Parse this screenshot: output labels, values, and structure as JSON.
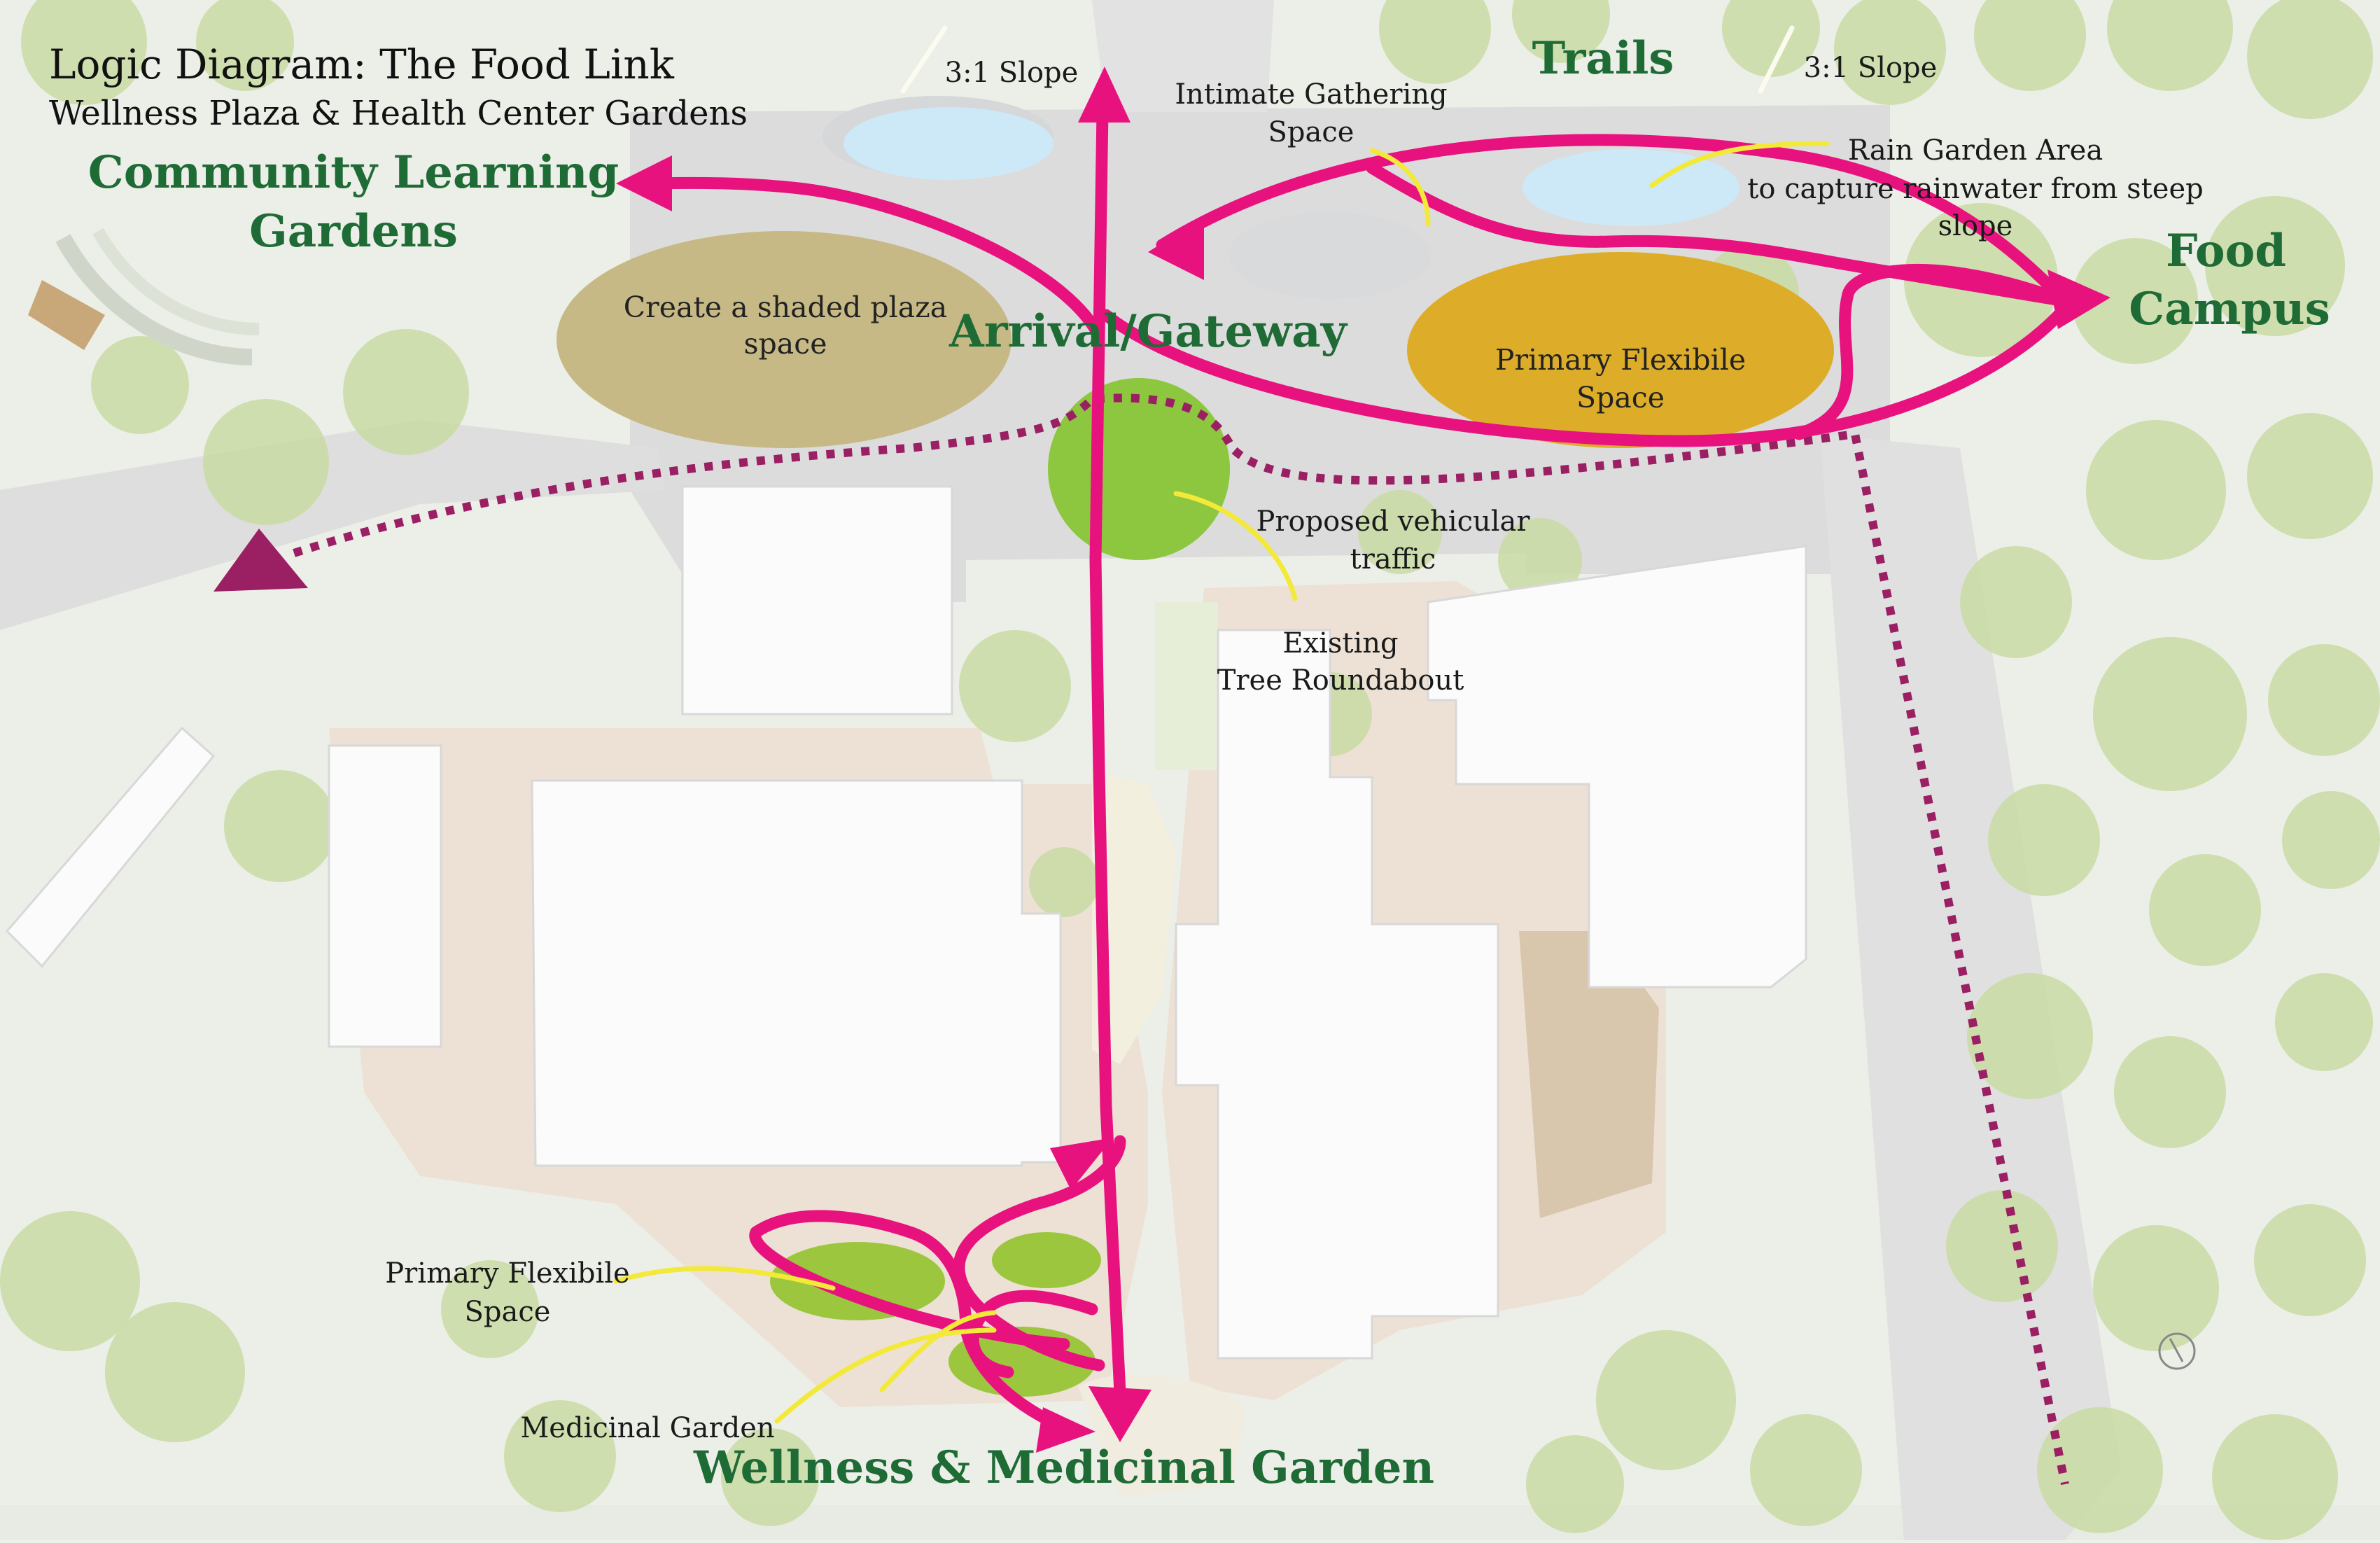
{
  "diagram": {
    "title": "Logic Diagram: The Food Link",
    "subtitle": "Wellness Plaza & Health Center Gardens",
    "destinations": {
      "community_line1": "Community Learning",
      "community_line2": "Gardens",
      "trails": "Trails",
      "arrival": "Arrival/Gateway",
      "food_line1": "Food",
      "food_line2": "Campus",
      "wellness": "Wellness & Medicinal Garden"
    },
    "annotations": {
      "slope_left": "3:1 Slope",
      "slope_right": "3:1 Slope",
      "intimate_line1": "Intimate Gathering",
      "intimate_line2": "Space",
      "rain_line1": "Rain Garden Area",
      "rain_line2": "to capture rainwater from steep",
      "rain_line3": "slope",
      "plaza_line1": "Create a shaded plaza",
      "plaza_line2": "space",
      "flex_top_line1": "Primary Flexibile",
      "flex_top_line2": "Space",
      "vehicular_line1": "Proposed vehicular",
      "vehicular_line2": "traffic",
      "roundabout_line1": "Existing",
      "roundabout_line2": "Tree Roundabout",
      "flex_bottom_line1": "Primary Flexibile",
      "flex_bottom_line2": "Space",
      "medicinal": "Medicinal Garden"
    },
    "colors": {
      "circulation": "#e8127f",
      "vehicular": "#9a1f63",
      "callout": "#f3e93a",
      "destination_text": "#1e6b35",
      "plaza_zone": "#c6b985",
      "flex_zone": "#ddad2a",
      "garden_zone": "#9cc63e",
      "rain_garden": "#cde9f8",
      "gathering": "#d8dadb"
    }
  }
}
